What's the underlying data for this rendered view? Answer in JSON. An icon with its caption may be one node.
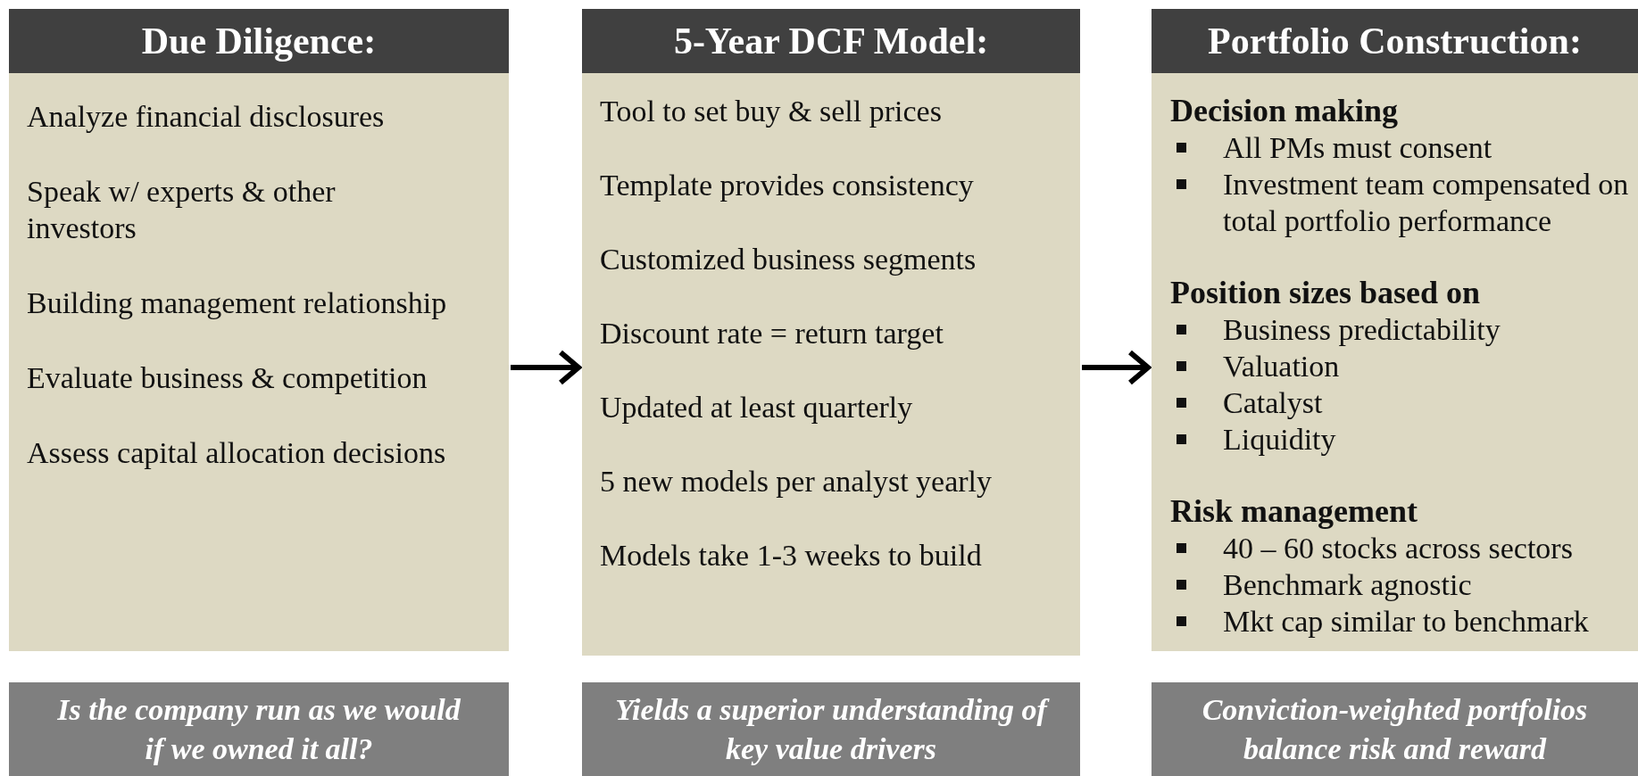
{
  "diagram": {
    "nodes": [
      {
        "text": [
          "Due Diligence:",
          "Analyze financial disclosures",
          "Speak w/ experts & other investors",
          "Building management relationship",
          "Evaluate business & competition",
          "Assess capital allocation decisions"
        ]
      },
      {
        "text": [
          "5-Year DCF Model:",
          "Tool to set buy & sell prices",
          "Template provides consistency",
          "Customized business segments",
          "Discount rate = return target",
          "Updated at least quarterly",
          "5 new models per analyst yearly",
          "Models take 1-3 weeks to build"
        ]
      },
      {
        "text": [
          "Portfolio Construction:",
          "Decision making",
          "All PMs must consent",
          "Investment team compensated on total portfolio performance",
          "Position sizes based on",
          "Business predictability",
          "Valuation",
          "Catalyst",
          "Liquidity",
          "Risk management",
          "40 – 60 stocks across sectors",
          "Benchmark agnostic",
          "Mkt cap similar to benchmark"
        ]
      },
      {
        "text": [
          "Is the company run as we would if we owned it all?"
        ]
      },
      {
        "text": [
          "Yields a superior understanding of key value drivers"
        ]
      },
      {
        "text": [
          "Conviction-weighted portfolios balance risk and reward"
        ]
      }
    ],
    "edges": [
      {
        "from": 0,
        "to": 1,
        "arrow": "to"
      },
      {
        "from": 1,
        "to": 2,
        "arrow": "to"
      }
    ]
  }
}
